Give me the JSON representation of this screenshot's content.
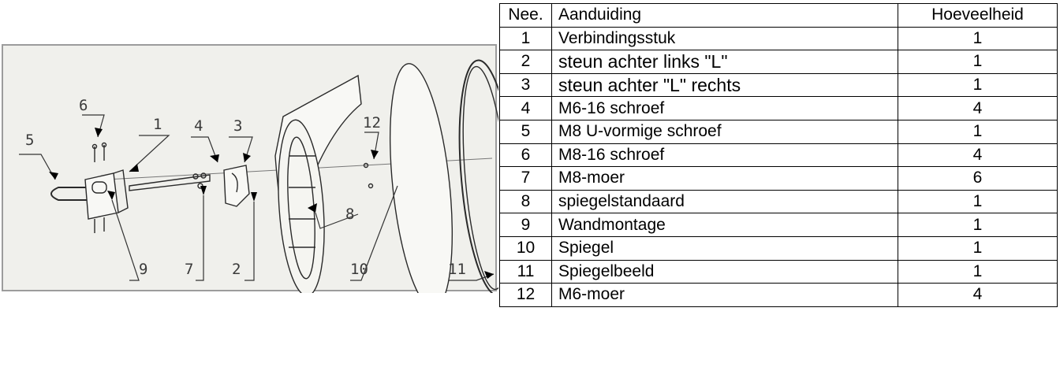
{
  "table": {
    "headers": {
      "no": "Nee.",
      "description": "Aanduiding",
      "quantity": "Hoeveelheid"
    },
    "rows": [
      {
        "no": "1",
        "description": "Verbindingsstuk",
        "quantity": "1"
      },
      {
        "no": "2",
        "description": "steun achter links \"L\"",
        "quantity": "1"
      },
      {
        "no": "3",
        "description": "steun achter \"L\" rechts",
        "quantity": "1"
      },
      {
        "no": "4",
        "description": "M6-16 schroef",
        "quantity": "4"
      },
      {
        "no": "5",
        "description": "M8 U-vormige schroef",
        "quantity": "1"
      },
      {
        "no": "6",
        "description": "M8-16 schroef",
        "quantity": "4"
      },
      {
        "no": "7",
        "description": "M8-moer",
        "quantity": "6"
      },
      {
        "no": "8",
        "description": "spiegelstandaard",
        "quantity": "1"
      },
      {
        "no": "9",
        "description": "Wandmontage",
        "quantity": "1"
      },
      {
        "no": "10",
        "description": "Spiegel",
        "quantity": "1"
      },
      {
        "no": "11",
        "description": "Spiegelbeeld",
        "quantity": "1"
      },
      {
        "no": "12",
        "description": "M6-moer",
        "quantity": "4"
      }
    ]
  },
  "diagram": {
    "callouts": [
      "1",
      "2",
      "3",
      "4",
      "5",
      "6",
      "7",
      "8",
      "9",
      "10",
      "11",
      "12"
    ]
  }
}
